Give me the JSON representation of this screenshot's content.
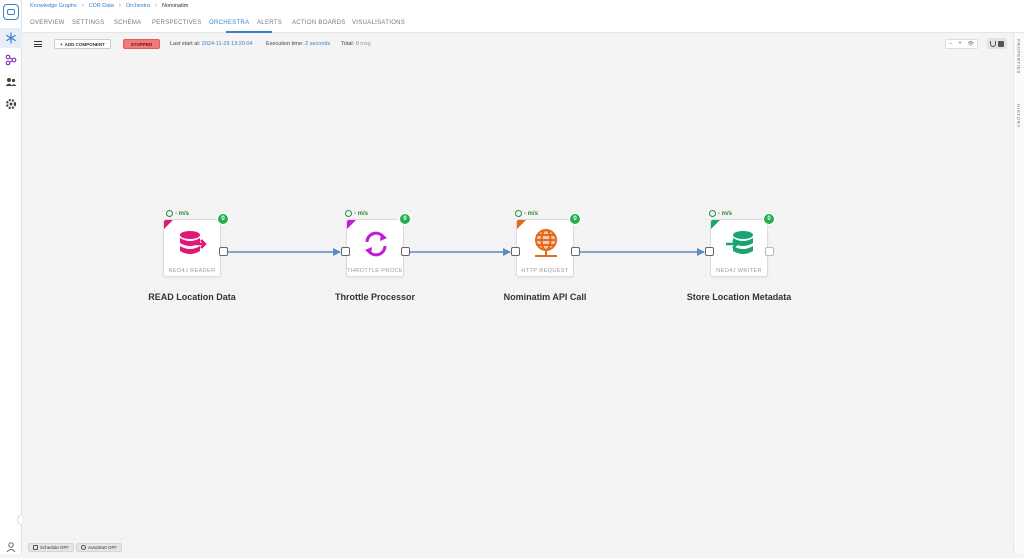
{
  "breadcrumb": [
    "Knowledge Graphs",
    "CDR Data",
    "Orchestra",
    "Nominatim"
  ],
  "tabs": [
    {
      "label": "OVERVIEW",
      "active": false
    },
    {
      "label": "SETTINGS",
      "active": false
    },
    {
      "label": "SCHEMA",
      "active": false
    },
    {
      "label": "PERSPECTIVES",
      "active": false
    },
    {
      "label": "ORCHESTRA",
      "active": true
    },
    {
      "label": "ALERTS",
      "active": false
    },
    {
      "label": "ACTION BOARDS",
      "active": false
    },
    {
      "label": "VISUALISATIONS",
      "active": false
    }
  ],
  "toolbar": {
    "add_component_label": "ADD COMPONENT",
    "status_label": "STOPPED",
    "last_start_label": "Last start at:",
    "last_start_value": "2024-11-29 13:20:04",
    "execution_time_label": "Execution time:",
    "execution_time_value": "2 seconds",
    "total_label": "Total:",
    "total_value": "0",
    "total_unit": "msg"
  },
  "zoom_controls": [
    "−",
    "+",
    "👁"
  ],
  "right_panel": {
    "properties_label": "PROPERTIES",
    "history_label": "HISTORY"
  },
  "nodes": [
    {
      "name": "READ Location Data",
      "type_label": "NEO4J READER",
      "rate": "- m/s",
      "count": "0",
      "color": "#e0187a",
      "icon": "database-export-icon"
    },
    {
      "name": "Throttle Processor",
      "type_label": "THROTTLE PROCE",
      "rate": "- m/s",
      "count": "0",
      "color": "#c21bd6",
      "icon": "refresh-cycle-icon"
    },
    {
      "name": "Nominatim API Call",
      "type_label": "HTTP REQUEST",
      "rate": "- m/s",
      "count": "0",
      "color": "#e06a1a",
      "icon": "globe-network-icon"
    },
    {
      "name": "Store Location Metadata",
      "type_label": "NEO4J WRITER",
      "rate": "- m/s",
      "count": "0",
      "color": "#18a572",
      "icon": "database-import-icon"
    }
  ],
  "edge_color": "#5b8bc0",
  "bottom": {
    "schedule_label": "Schedule OFF",
    "autostart_label": "AutoStart OFF"
  }
}
